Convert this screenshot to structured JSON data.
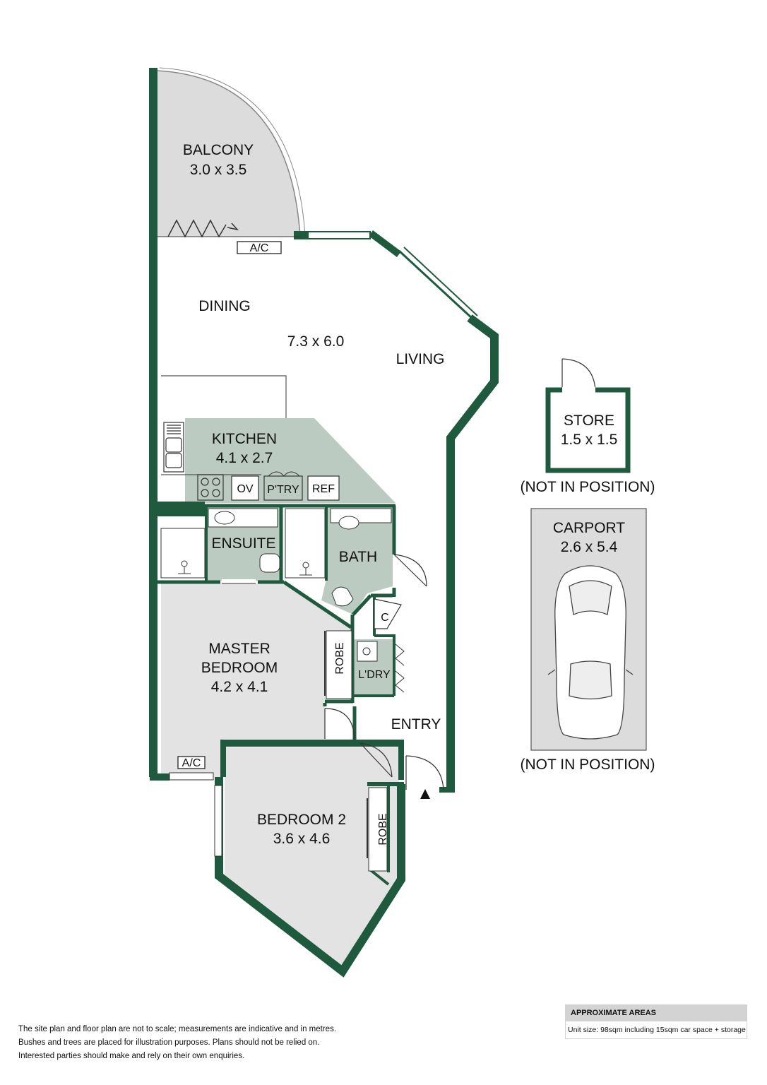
{
  "rooms": {
    "balcony": {
      "name": "BALCONY",
      "dims": "3.0 x 3.5"
    },
    "balcony_ac": "A/C",
    "dining": "DINING",
    "living_dims": "7.3 x 6.0",
    "living": "LIVING",
    "kitchen": {
      "name": "KITCHEN",
      "dims": "4.1 x 2.7"
    },
    "oven": "OV",
    "pantry": "P'TRY",
    "fridge": "REF",
    "ensuite": "ENSUITE",
    "bath": "BATH",
    "cupboard": "C",
    "laundry": "L'DRY",
    "master_bedroom": {
      "line1": "MASTER",
      "line2": "BEDROOM",
      "dims": "4.2 x 4.1"
    },
    "master_robe": "ROBE",
    "master_ac": "A/C",
    "entry": "ENTRY",
    "bedroom2": {
      "name": "BEDROOM 2",
      "dims": "3.6 x 4.6"
    },
    "bedroom2_robe": "ROBE",
    "store": {
      "name": "STORE",
      "dims": "1.5 x 1.5",
      "note": "(NOT IN POSITION)"
    },
    "carport": {
      "name": "CARPORT",
      "dims": "2.6 x 5.4",
      "note": "(NOT IN POSITION)"
    }
  },
  "colors": {
    "wall": "#1f5a3e",
    "wet_area": "#bccbc2",
    "room_grey": "#e3e3e3",
    "outdoor": "#dcdcdc"
  },
  "disclaimer": [
    "The site plan and floor plan are not to scale; measurements are indicative and in metres.",
    "Bushes and trees are placed for illustration purposes. Plans should not be relied on.",
    "Interested parties should make and rely on their own enquiries."
  ],
  "areas": {
    "title": "APPROXIMATE AREAS",
    "unit_size": "Unit size: 98sqm including 15sqm car space + storage"
  }
}
